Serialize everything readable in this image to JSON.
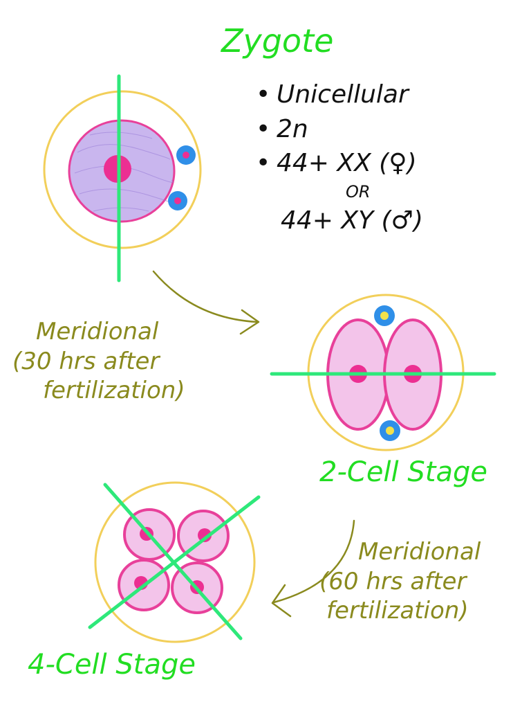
{
  "title": "Zygote",
  "zygote_facts": {
    "bullet": "•",
    "items": [
      "Unicellular",
      "2n",
      "44+ XX (♀)"
    ],
    "separator": "OR",
    "last_item": "44+ XY (♂)"
  },
  "division_1": {
    "line1": "Meridional",
    "line2": "(30 hrs after",
    "line3": "fertilization)"
  },
  "division_2": {
    "line1": "Meridional",
    "line2": "(60 hrs after",
    "line3": "fertilization)"
  },
  "stage_2cell": "2-Cell Stage",
  "stage_4cell": "4-Cell Stage",
  "colors": {
    "zona": "#f2cf5a",
    "cell_outline": "#e8409a",
    "cell_fill": "#f3c4ea",
    "zygote_fill": "#c9b6ee",
    "nucleus": "#ec2f92",
    "cleavage_line": "#2ee87a",
    "polar_body": "#2f8fe8",
    "arrow": "#8a8a1e",
    "green_text": "#22dd22"
  }
}
